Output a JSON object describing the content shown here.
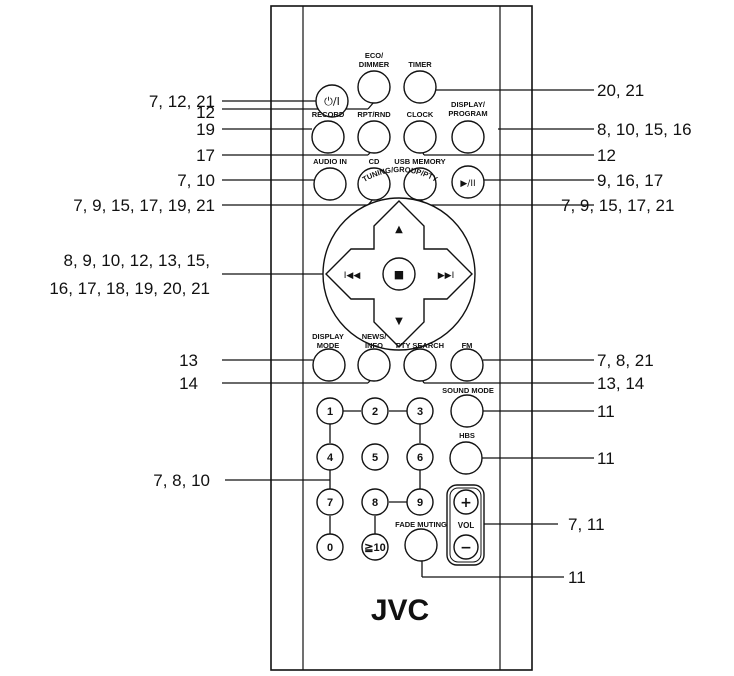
{
  "brand": "JVC",
  "buttons": {
    "standby": "⏻/I",
    "eco_dimmer_1": "ECO/",
    "eco_dimmer_2": "DIMMER",
    "timer": "TIMER",
    "display_program_1": "DISPLAY/",
    "display_program_2": "PROGRAM",
    "record": "RECORD",
    "rpt_rnd": "RPT/RND",
    "clock": "CLOCK",
    "audio_in": "AUDIO IN",
    "cd": "CD",
    "usb_memory": "USB MEMORY",
    "play_pause": "▶/II",
    "tuning_group_pty": "TUNING/GROUP/PTY",
    "up": "▲",
    "down": "▼",
    "prev": "I◀◀",
    "next": "▶▶I",
    "stop": "■",
    "display_mode_1": "DISPLAY",
    "display_mode_2": "MODE",
    "news_info_1": "NEWS/",
    "news_info_2": "INFO",
    "pty_search": "PTY SEARCH",
    "fm": "FM",
    "sound_mode": "SOUND MODE",
    "hbs": "HBS",
    "fade_muting": "FADE MUTING",
    "vol_plus": "+",
    "vol": "VOL",
    "vol_minus": "−",
    "num_1": "1",
    "num_2": "2",
    "num_3": "3",
    "num_4": "4",
    "num_5": "5",
    "num_6": "6",
    "num_7": "7",
    "num_8": "8",
    "num_9": "9",
    "num_0": "0",
    "num_10": "≧10"
  },
  "callouts": {
    "standby": "7, 12, 21",
    "eco": "12",
    "record": "19",
    "rpt": "17",
    "audio_in": "7, 10",
    "cd": "7, 9, 15, 17, 19, 21",
    "cross_1": "8, 9, 10, 12, 13, 15,",
    "cross_2": "16, 17, 18, 19, 20, 21",
    "display_mode": "13",
    "news": "14",
    "numbers": "7, 8, 10",
    "timer": "20, 21",
    "display_program": "8, 10, 15, 16",
    "clock": "12",
    "play_pause": "9, 16, 17",
    "usb": "7, 9, 15, 17, 21",
    "fm": "7, 8, 21",
    "pty_search": "13, 14",
    "sound_mode": "11",
    "hbs": "11",
    "vol": "7, 11",
    "fade_muting": "11"
  }
}
